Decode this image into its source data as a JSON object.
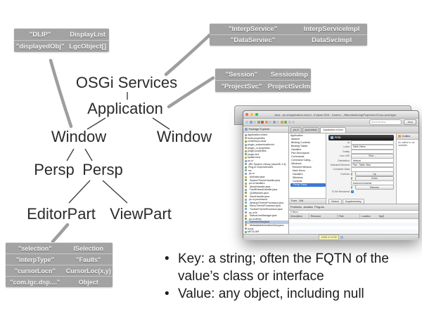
{
  "colors": {
    "box_gray": "#a3a3a3",
    "connector_gray": "#9e9e9e",
    "tree_text": "#2b2b2b",
    "selection_blue": "#3e78d6",
    "traffic_red": "#ff5f57",
    "traffic_yellow": "#ffbd2e",
    "traffic_green": "#28c840"
  },
  "boxes": {
    "dlip": {
      "rows": [
        {
          "key": "\"DLIP\"",
          "value": "DisplayList"
        },
        {
          "key": "\"displayedObj\"",
          "value": "LgcObject[]"
        }
      ]
    },
    "interp": {
      "rows": [
        {
          "key": "\"InterpService\"",
          "value": "InterpServiceImpl"
        },
        {
          "key": "\"DataServiec\"",
          "value": "DataSvcImpl"
        }
      ]
    },
    "session": {
      "rows": [
        {
          "key": "\"Session\"",
          "value": "SessionImp"
        },
        {
          "key": "\"ProjectSvc\"",
          "value": "ProjectSvcImpl"
        }
      ]
    },
    "editor_context": {
      "rows": [
        {
          "key": "\"selection\"",
          "value": "ISelection"
        },
        {
          "key": "\"interpType\"",
          "value": "\"Faults\""
        },
        {
          "key": "\"cursorLocn\"",
          "value": "CursorLoc(x,y)"
        },
        {
          "key": "\"com.lgc.dsp....\"",
          "value": "Object"
        }
      ]
    }
  },
  "tree": {
    "osgi": "OSGi Services",
    "application": "Application",
    "window_left": "Window",
    "window_right": "Window",
    "persp_left": "Persp",
    "persp_right": "Persp",
    "editor_part": "EditorPart",
    "view_part": "ViewPart"
  },
  "bullets": {
    "b1": "Key: a string; often the FQTN of the value’s class or interface",
    "b2": "Value: any object, including null"
  },
  "eclipse": {
    "window_title": "Java - ps.ui/Application.e4xmi - Eclipse SDK - /Users/…/Manufacturing/Projects/LGC/ps-prototype",
    "quick_access": "Quick Access",
    "perspective_button": "Java",
    "package_explorer": {
      "title": "Package Explorer",
      "items": [
        "Application.e4xmi",
        "build.properties",
        "contexts.product",
        "plugin_customization.ini",
        "plugin_ru.properties",
        "plugin.properties",
        "plugin.xml",
        "splash.bmp",
        "ps.ui",
        " JRE System Library [JavaSE-1.6]",
        " Plug-in Dependencies",
        " src",
        "  ps.ui",
        "   Activator.java",
        "   SystemThemeHandler.java",
        "  ps.ui.handlers",
        "   AboutHandler.java",
        "   FaultExtractHandler.java",
        "   QuitHandler.java",
        "   SaveHandler.java",
        "  ps.ui.processors",
        "   AbstractThemeProcessor.java",
        "   MenuThemeProcessor.java",
        "   ToolbarThemeProcessor.java",
        "  ps.ui.tb",
        "   StatusLineManager.java",
        "  ps.ui.views",
        {
          "label": "   GenericView.java",
          "cls": "sel"
        },
        "   MetadataInformationView.java",
        "icons",
        "META-INF",
        "Application.e4xmi",
        "build.properties",
        "plugin.xml",
        "ps.product"
      ]
    },
    "editor_tabs": [
      {
        "label": "ps.ui"
      },
      {
        "label": "ps.product"
      },
      {
        "label": "Application.e4xmi",
        "cls": "active"
      }
    ],
    "model_tree": {
      "items": [
        "Application",
        " Addons",
        " Binding Contexts",
        " Binding Tables",
        " Handlers",
        " Part Descriptors",
        " Commands",
        " Command Categ…",
        " Windows",
        "  Trimmed Window",
        "   Main Menu",
        "   Handlers",
        "   Windows",
        "   Controls",
        {
          "label": "    Persp Stack",
          "cls": "sel-blue"
        }
      ],
      "tabs": [
        "Form",
        "XMI"
      ]
    },
    "form": {
      "header": "Area",
      "id_label": "Id",
      "label_label": "Label",
      "label_value": "Table Views",
      "tooltip_label": "Tooltip",
      "iconuri_label": "Icon URI",
      "find_button": "Find ...",
      "orientation_label": "Orientation",
      "orientation_value": "Vertical",
      "selected_label": "Selected Element",
      "selected_value": "Part - Table View",
      "container_label": "Container Data",
      "controls_label": "Controls",
      "up_button": "Up",
      "down_button": "Down",
      "anchors_value": "AnchorsContainer",
      "remove_button": "Remove",
      "rendered_label": "To Be Rendered",
      "check_glyph": "✓",
      "tabs": [
        "Default",
        "Supplementary"
      ]
    },
    "outline": {
      "title": "Outline",
      "message": "An outline is not available."
    },
    "problems": {
      "tabs": [
        {
          "label": "Problems",
          "cls": "active"
        },
        {
          "label": "Javadoc"
        },
        {
          "label": "Plug-ins"
        }
      ],
      "items_label": "0 items",
      "columns": [
        "Description",
        "Resource",
        "Path",
        "Location",
        "Type"
      ]
    },
    "status_memory": "143M of 212M"
  }
}
